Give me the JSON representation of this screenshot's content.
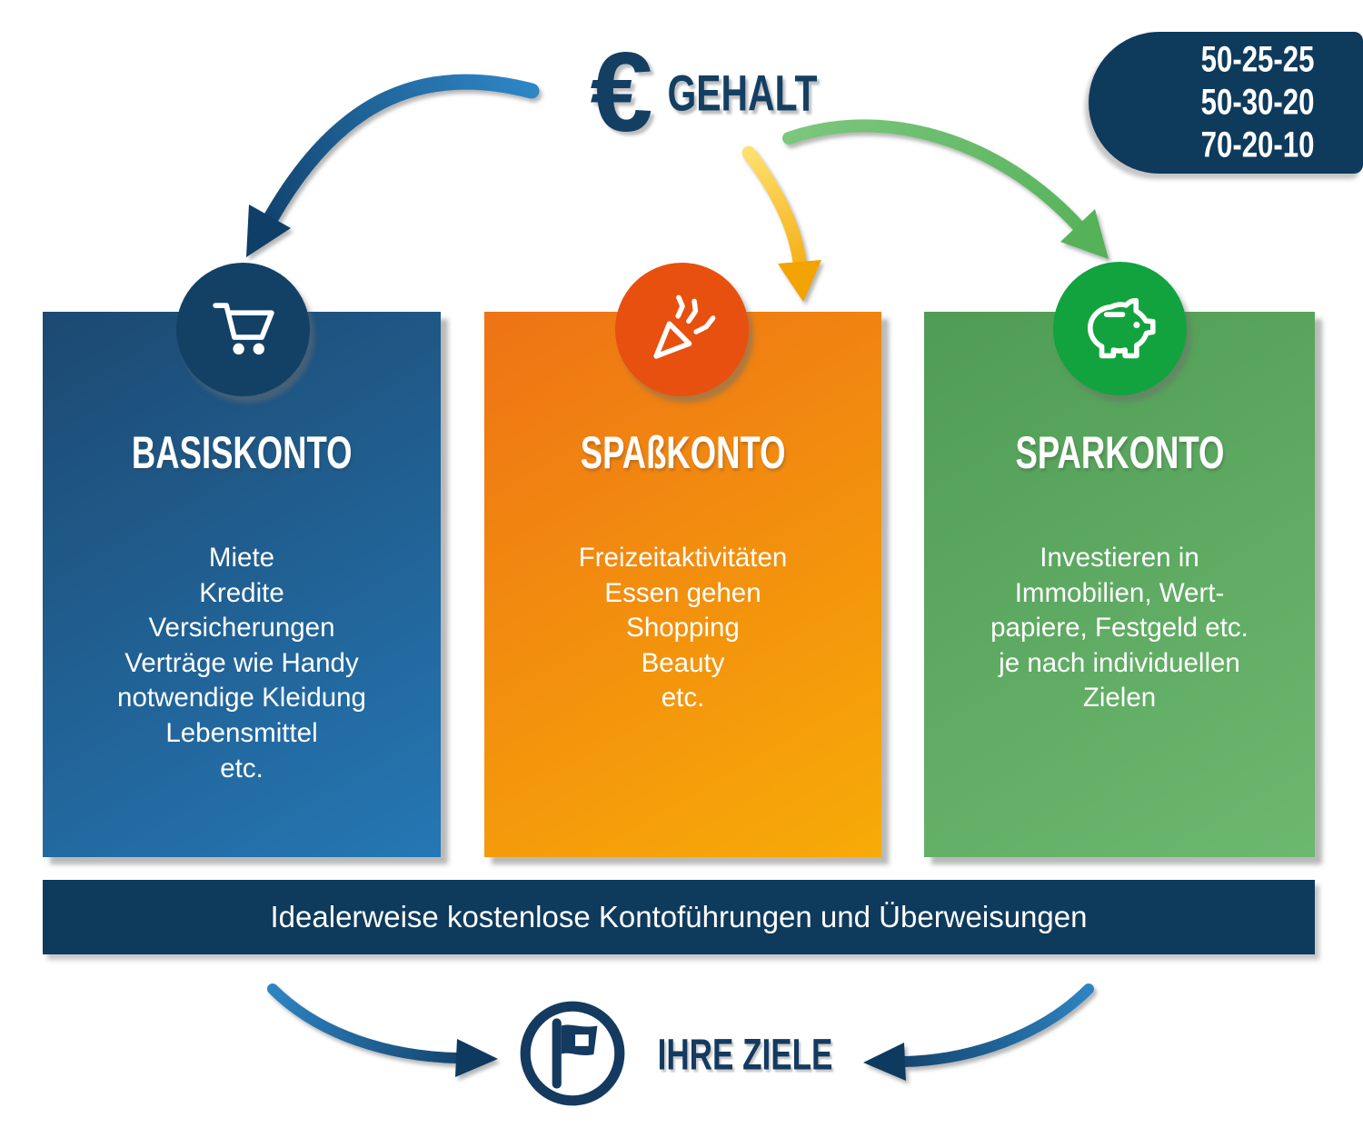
{
  "salary": {
    "euro_symbol": "€",
    "label": "GEHALT"
  },
  "ratios_badge": {
    "lines": [
      "50-25-25",
      "50-30-20",
      "70-20-10"
    ]
  },
  "cards": [
    {
      "title": "BASISKONTO",
      "icon": "shopping-cart-icon",
      "lines": [
        "Miete",
        "Kredite",
        "Versicherungen",
        "Verträge wie Handy",
        "notwendige Kleidung",
        "Lebensmittel",
        "etc."
      ]
    },
    {
      "title": "SPAßKONTO",
      "icon": "party-popper-icon",
      "lines": [
        "Freizeitaktivitäten",
        "Essen gehen",
        "Shopping",
        "Beauty",
        "etc."
      ]
    },
    {
      "title": "SPARKONTO",
      "icon": "piggy-bank-icon",
      "lines": [
        "Investieren in",
        "Immobilien, Wert-",
        "papiere, Festgeld etc.",
        "je nach individuellen",
        "Zielen"
      ]
    }
  ],
  "banner": {
    "text": "Idealerweise kostenlose Kontoführungen und Überweisungen"
  },
  "goals": {
    "label": "IHRE ZIELE",
    "icon": "flag-icon"
  },
  "colors": {
    "navy": "#0e3a5c",
    "navy_text": "#133f63",
    "card_blue_start": "#1c4971",
    "card_blue_end": "#2577b4",
    "card_orange_start": "#ee7315",
    "card_orange_end": "#f7ab07",
    "card_green_start": "#4f9c55",
    "card_green_end": "#6db86f",
    "circle_blue": "#134166",
    "circle_orange": "#e8500f",
    "circle_green": "#12a33e",
    "arrow_blue_light": "#2e86c5",
    "arrow_blue_dark": "#0e3a62",
    "arrow_yellow_light": "#ffe272",
    "arrow_yellow_dark": "#f2a300",
    "arrow_green": "#68bc6b"
  }
}
